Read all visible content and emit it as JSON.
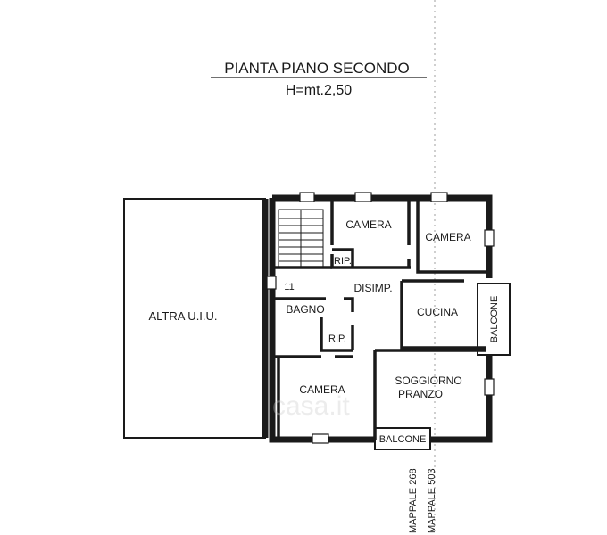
{
  "header": {
    "title": "PIANTA PIANO SECONDO",
    "height_note": "H=mt.2,50"
  },
  "rooms": {
    "altra_uiu": "ALTRA U.I.U.",
    "camera_top_left": "CAMERA",
    "camera_top_right": "CAMERA",
    "rip_top": "RIP.",
    "disimp": "DISIMP.",
    "stair_number": "11",
    "bagno": "BAGNO",
    "rip_bottom": "RIP.",
    "cucina": "CUCINA",
    "balcone_right": "BALCONE",
    "camera_bottom": "CAMERA",
    "soggiorno": "SOGGIORNO",
    "pranzo": "PRANZO",
    "balcone_bottom": "BALCONE"
  },
  "parcels": {
    "left": "MAPPALE 268",
    "right": "MAPPALE 503"
  },
  "watermark": "casa.it"
}
